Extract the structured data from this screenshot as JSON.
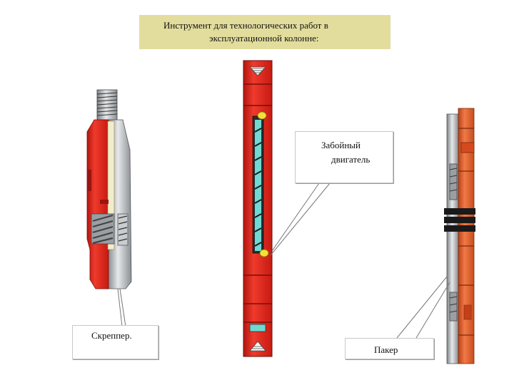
{
  "title": {
    "line1": "Инструмент для технологических работ в",
    "line2": "эксплуатационной колонне:"
  },
  "labels": {
    "motor_line1": "Забойный",
    "motor_line2": "двигатель",
    "scraper": "Скреппер.",
    "packer": "Пакер"
  },
  "colors": {
    "title_bg": "#e3dd9d",
    "tool_red": "#e3231b",
    "tool_orange": "#e25a24",
    "steel": "#bfc3c6",
    "inner_cream": "#f3ecc8",
    "cyan": "#5fd6cf",
    "yellow": "#f3e13a"
  }
}
